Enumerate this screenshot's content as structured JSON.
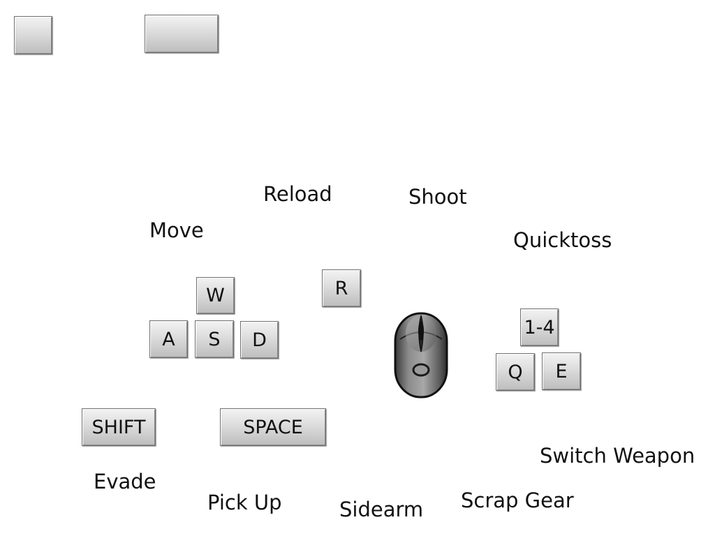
{
  "top_buttons": {
    "button_1_label": "",
    "button_2_label": ""
  },
  "keys": {
    "w": "W",
    "a": "A",
    "s": "S",
    "d": "D",
    "r": "R",
    "numbers": "1-4",
    "q": "Q",
    "e": "E",
    "shift": "SHIFT",
    "space": "SPACE"
  },
  "labels": {
    "move": "Move",
    "reload": "Reload",
    "shoot": "Shoot",
    "quicktoss": "Quicktoss",
    "switch_weapon": "Switch Weapon",
    "evade": "Evade",
    "pick_up": "Pick Up",
    "sidearm": "Sidearm",
    "scrap_gear": "Scrap Gear"
  },
  "icons": {
    "mouse": "mouse-icon"
  },
  "colors": {
    "key_top": "#f3f3f3",
    "key_bottom": "#bdbdbd",
    "mouse_body": "#6a6a6a",
    "text": "#111111"
  }
}
